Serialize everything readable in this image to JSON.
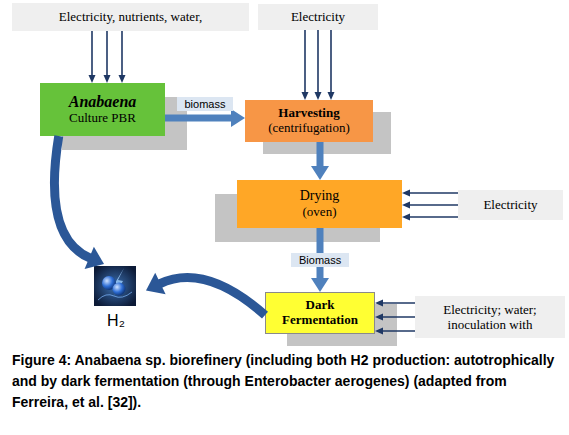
{
  "diagram": {
    "caption": "Figure 4: Anabaena sp. biorefinery (including both H2 production: autotrophically and by dark fermentation (through Enterobacter aerogenes) (adapted from Ferreira, et al. [32]).",
    "nodes": [
      {
        "text": [
          "Electricity, nutrients, water,"
        ]
      },
      {
        "text": [
          "Electricity"
        ]
      },
      {
        "text": [
          "Anabaena",
          "Culture PBR"
        ]
      },
      {
        "text": [
          "Harvesting",
          "(centrifugation)"
        ]
      },
      {
        "text": [
          "Drying",
          "(oven)"
        ]
      },
      {
        "text": [
          "Electricity"
        ]
      },
      {
        "text": [
          "Dark Fermentation"
        ]
      },
      {
        "text": [
          "Electricity; water; inoculation with"
        ]
      },
      {
        "text": [
          "H₂"
        ]
      }
    ],
    "edges": [
      {
        "from": 0,
        "to": 2,
        "arrow": "to"
      },
      {
        "from": 1,
        "to": 3,
        "arrow": "to"
      },
      {
        "from": 2,
        "to": 3,
        "label": "biomass",
        "arrow": "to"
      },
      {
        "from": 3,
        "to": 4,
        "arrow": "to"
      },
      {
        "from": 5,
        "to": 4,
        "arrow": "to"
      },
      {
        "from": 4,
        "to": 6,
        "label": "Biomass",
        "arrow": "to"
      },
      {
        "from": 7,
        "to": 6,
        "arrow": "to"
      },
      {
        "from": 2,
        "to": 8,
        "arrow": "to"
      },
      {
        "from": 6,
        "to": 8,
        "arrow": "to"
      }
    ]
  }
}
